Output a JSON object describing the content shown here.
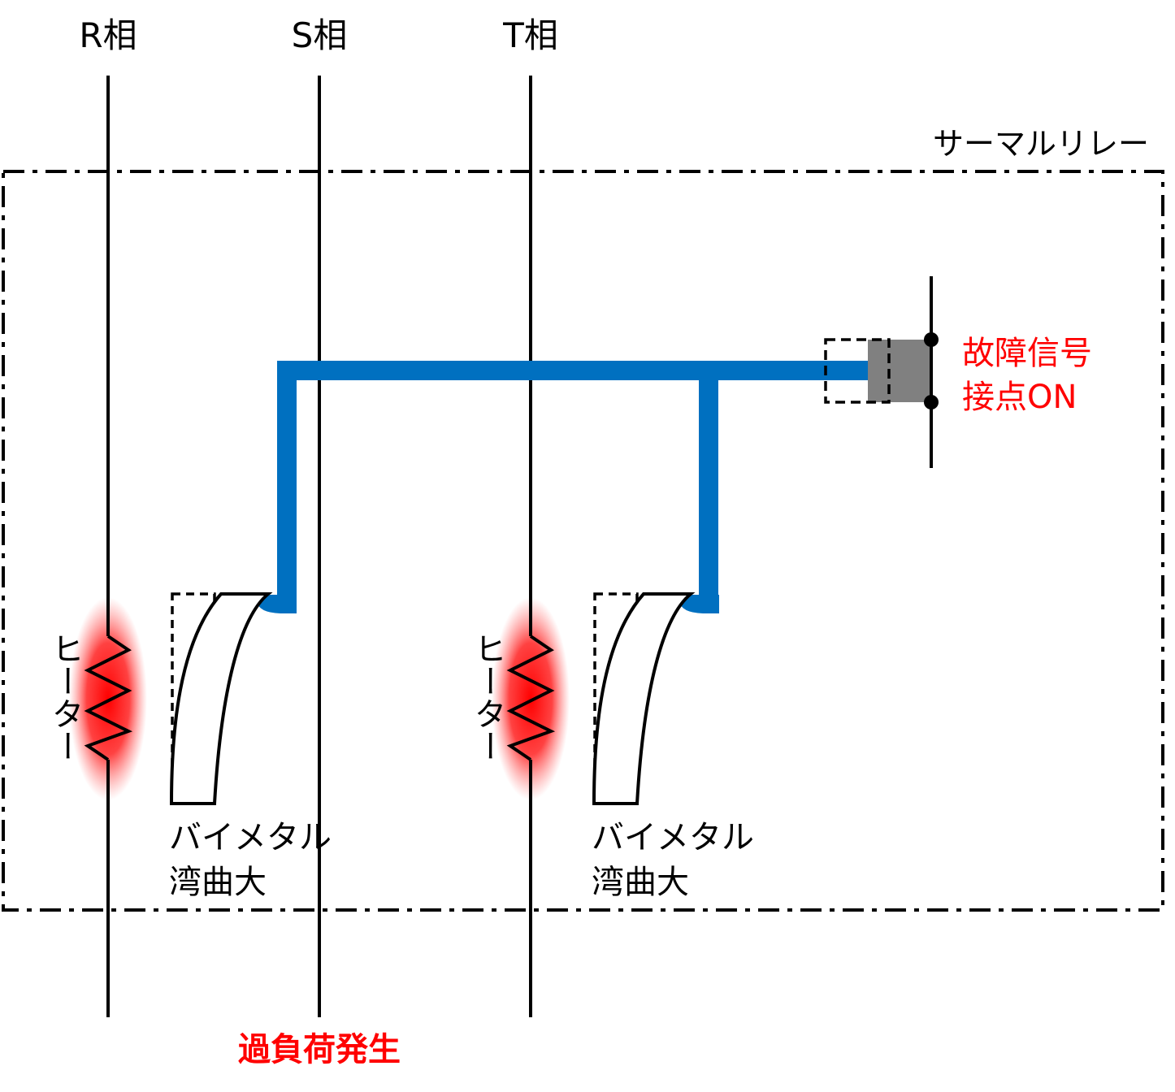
{
  "phases": [
    {
      "label": "R相"
    },
    {
      "label": "S相"
    },
    {
      "label": "T相"
    }
  ],
  "relay_label": "サーマルリレー",
  "heater_label": "ヒーター",
  "bimetals": [
    {
      "line1": "バイメタル",
      "line2": "湾曲大"
    },
    {
      "line1": "バイメタル",
      "line2": "湾曲大"
    }
  ],
  "contact": {
    "line1": "故障信号",
    "line2": "接点ON"
  },
  "overload_label": "過負荷発生",
  "colors": {
    "link": "#0070c0",
    "alert": "#ff0000",
    "contact_block": "#808080",
    "line": "#000000"
  }
}
